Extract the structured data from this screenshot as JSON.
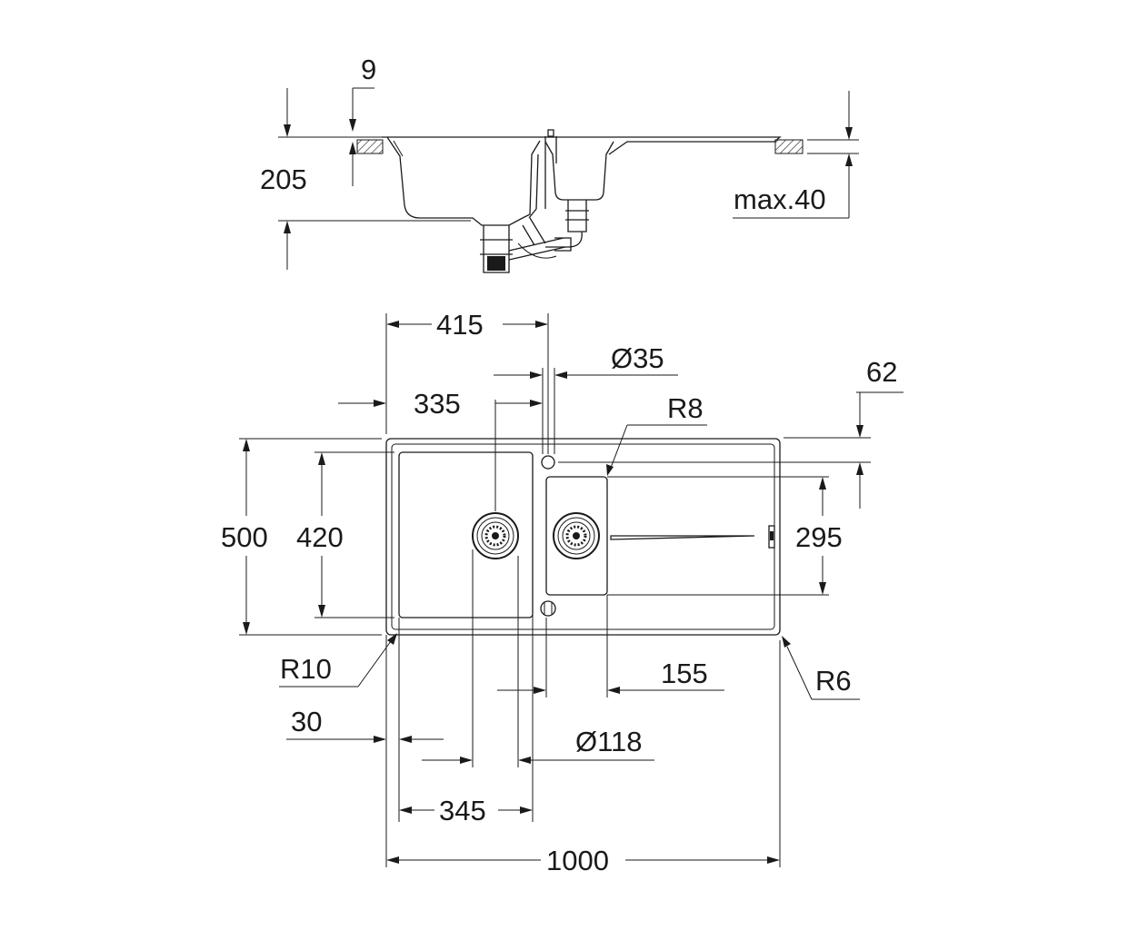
{
  "colors": {
    "line": "#1a1a1a",
    "background": "#ffffff"
  },
  "side_view": {
    "rim_thickness": "9",
    "depth": "205",
    "worktop_max": "max.40"
  },
  "top_view": {
    "drain_offset": "415",
    "tap_hole_diameter": "Ø35",
    "main_bowl_drain": "335",
    "corner_radius_small": "R8",
    "tap_hole_setback": "62",
    "overall_depth": "500",
    "bowl_depth": "420",
    "small_bowl_depth": "295",
    "corner_radius_outer_left": "R10",
    "small_bowl_width": "155",
    "corner_radius_outer_right": "R6",
    "edge_offset": "30",
    "drain_diameter": "Ø118",
    "main_bowl_width": "345",
    "overall_width": "1000"
  }
}
